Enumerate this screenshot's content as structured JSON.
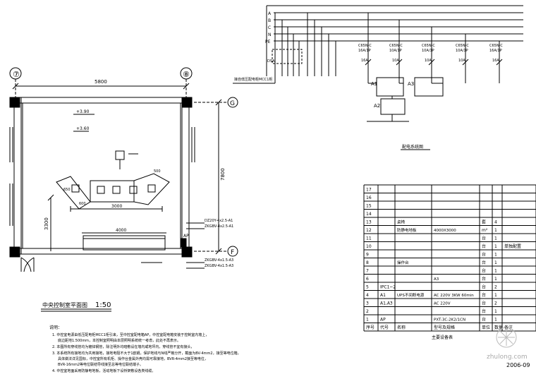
{
  "plan": {
    "axis_left": "⑦",
    "axis_right": "⑧",
    "axis_g": "G",
    "axis_f": "F",
    "dim_width": "5800",
    "dim_height": "7800",
    "dim_left": "3300",
    "elev_1": "+3.90",
    "elev_2": "+3.60",
    "dim_console": "3000",
    "dim_cabinet": "4000",
    "dim_small_1": "650",
    "dim_small_2": "600",
    "dim_small_3": "500",
    "ap_label": "AP",
    "cable_1": "DZ20Y-4x2.5-A1",
    "cable_2": "ZKGBV-4x2.5-A1",
    "cable_3": "ZKGBV-4x1.5-A3",
    "cable_4": "ZKGBV-4x1.5-A3",
    "title": "中央控制室平面图",
    "scale": "1:50"
  },
  "schematic": {
    "bus_labels": [
      "A",
      "B",
      "C",
      "N",
      "PE"
    ],
    "incoming_label": "DSA",
    "breaker_labels": [
      {
        "model": "C65N-C",
        "rating": "16A/1P",
        "current": "16A"
      },
      {
        "model": "C65N-C",
        "rating": "10A/1P",
        "current": "10A"
      },
      {
        "model": "C65N-C",
        "rating": "10A/1P",
        "current": "10A"
      },
      {
        "model": "C65N-C",
        "rating": "10A/1P",
        "current": "10A"
      },
      {
        "model": "C65N-C",
        "rating": "16A/1P",
        "current": "16A"
      }
    ],
    "label_a1": "A1",
    "label_a2": "A2",
    "label_a3": "A3",
    "feed_label": "接自低压配电柜MCC1柜",
    "caption": "配电系统图"
  },
  "table": {
    "rows": [
      {
        "no": "17",
        "code": "",
        "name": "",
        "spec": "",
        "unit": "",
        "qty": "",
        "note": ""
      },
      {
        "no": "16",
        "code": "",
        "name": "",
        "spec": "",
        "unit": "",
        "qty": "",
        "note": ""
      },
      {
        "no": "15",
        "code": "",
        "name": "",
        "spec": "",
        "unit": "",
        "qty": "",
        "note": ""
      },
      {
        "no": "14",
        "code": "",
        "name": "",
        "spec": "",
        "unit": "",
        "qty": "",
        "note": ""
      },
      {
        "no": "13",
        "code": "",
        "name": "桌椅",
        "spec": "",
        "unit": "套",
        "qty": "4",
        "note": ""
      },
      {
        "no": "12",
        "code": "",
        "name": "防静电地板",
        "spec": "4000X3000",
        "unit": "m²",
        "qty": "1",
        "note": ""
      },
      {
        "no": "11",
        "code": "",
        "name": "",
        "spec": "",
        "unit": "台",
        "qty": "1",
        "note": ""
      },
      {
        "no": "10",
        "code": "",
        "name": "",
        "spec": "",
        "unit": "台",
        "qty": "1",
        "note": "单独配置"
      },
      {
        "no": "9",
        "code": "",
        "name": "",
        "spec": "",
        "unit": "台",
        "qty": "1",
        "note": ""
      },
      {
        "no": "8",
        "code": "",
        "name": "操作台",
        "spec": "",
        "unit": "台",
        "qty": "1",
        "note": ""
      },
      {
        "no": "7",
        "code": "",
        "name": "",
        "spec": "",
        "unit": "台",
        "qty": "1",
        "note": ""
      },
      {
        "no": "6",
        "code": "",
        "name": "",
        "spec": "A3",
        "unit": "台",
        "qty": "1",
        "note": ""
      },
      {
        "no": "5",
        "code": "IPC1~2",
        "name": "",
        "spec": "",
        "unit": "台",
        "qty": "2",
        "note": ""
      },
      {
        "no": "4",
        "code": "A1",
        "name": "UPS不间断电源",
        "spec": "AC 220V 3KW 60min",
        "unit": "台",
        "qty": "1",
        "note": ""
      },
      {
        "no": "3",
        "code": "A1,A3",
        "name": "",
        "spec": "AC 220V",
        "unit": "台",
        "qty": "2",
        "note": ""
      },
      {
        "no": "2",
        "code": "",
        "name": "",
        "spec": "",
        "unit": "台",
        "qty": "1",
        "note": ""
      },
      {
        "no": "1",
        "code": "AP",
        "name": "",
        "spec": "PXT-3C-2K2/1CN",
        "unit": "台",
        "qty": "1",
        "note": ""
      }
    ],
    "header": [
      "序号",
      "代号",
      "名称",
      "型号及规格",
      "单位",
      "数量",
      "备注"
    ],
    "caption": "主要设备表"
  },
  "notes": {
    "heading": "说明：",
    "lines": [
      "1. 中控室电源由低压配电柜MCC1柜引来，至中控室配电箱AP，中控室配电箱安装于控制室内墙上，",
      "底边距地1.500mm，本控制室照明由本层照明系统统一考虑，此处不再表示。",
      "2. 本图所有穿线管均为镀锌钢管，除注明外均暗敷设在墙内或地坪内，穿线管不宜有接头，",
      "3. 本系统所有接地均为共用接地，接地电阻不大于1欧姆，保护地线与N线严格分开，截面为BV-4mm2，接至等电位箱，",
      "具体做法详见国标，中控室所有机柜、操作台金属外壳均需可靠接地，BVR-4mm2接至等电位，",
      "BVR-16mm2等电位联结导线接至总等电位联结端子。",
      "4. 中控室地面采用防静电地板，活动地板下设桥架敷设各类线缆。"
    ]
  },
  "date_stamp": "2006-09",
  "watermark": "zhulong.com"
}
